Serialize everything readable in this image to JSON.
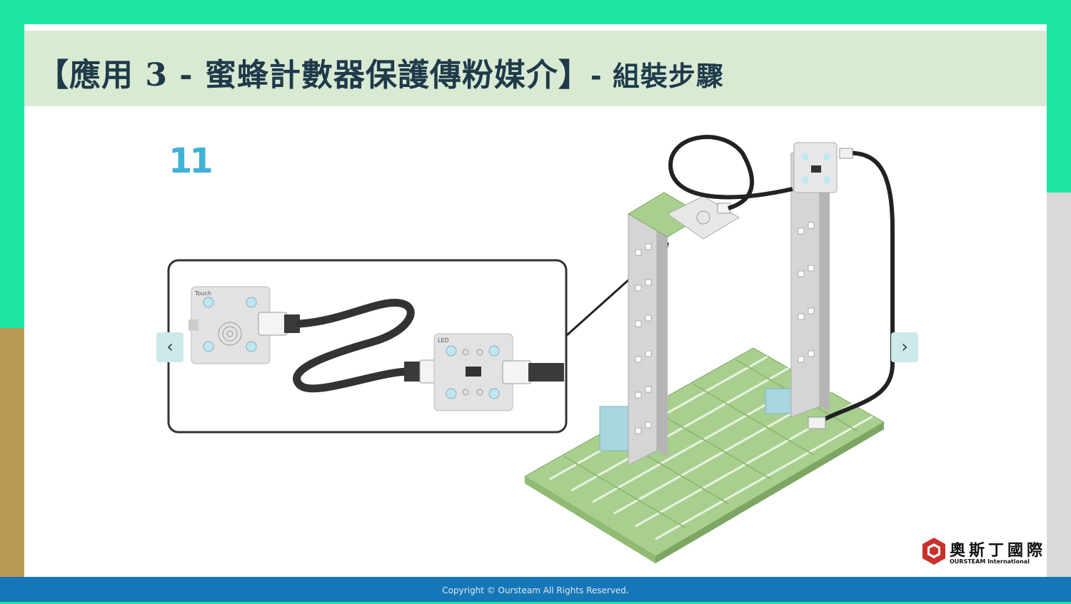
{
  "slide": {
    "title_main": "【應用 3 - 蜜蜂計數器保護傳粉媒介】",
    "title_sub": "- 組裝步驟",
    "step_number": "11"
  },
  "illustration": {
    "touch_label": "Touch",
    "led_label": "LED"
  },
  "navigation": {
    "prev_symbol": "‹",
    "next_symbol": "›"
  },
  "logo": {
    "name_zh": "奧斯丁國際",
    "name_en": "OURSTEAM International"
  },
  "footer": {
    "copyright": "Copyright © Oursteam All Rights Reserved."
  },
  "colors": {
    "accent": "#1de6a0",
    "title_bar": "#d9ead3",
    "footer": "#1577b8",
    "step": "#40b1d8",
    "board": "#a9cf8f"
  }
}
